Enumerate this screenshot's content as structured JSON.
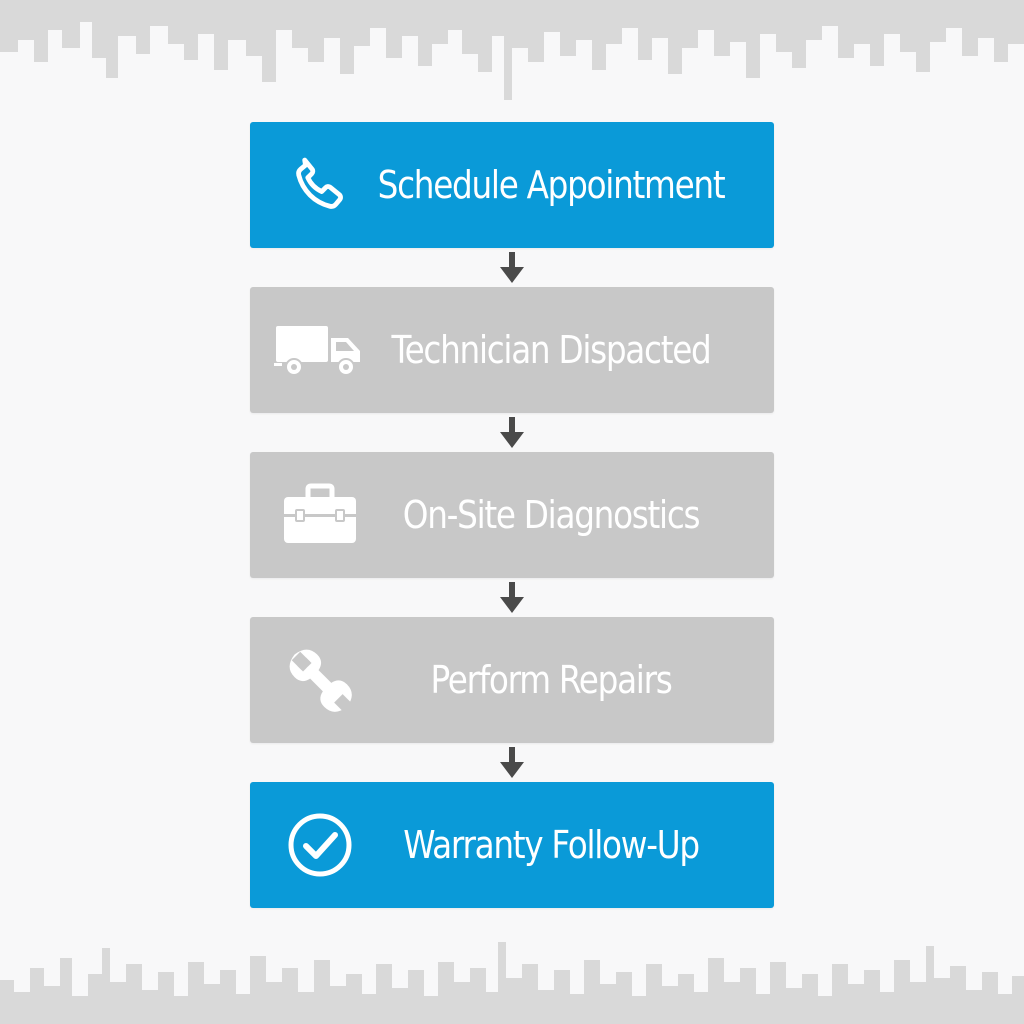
{
  "colors": {
    "active": "#0a9ad8",
    "inactive": "#c8c8c8",
    "arrow": "#4a4a4a",
    "skyline": "#d7d7d7"
  },
  "steps": [
    {
      "label": "Schedule Appointment",
      "icon": "phone-icon",
      "state": "active"
    },
    {
      "label": "Technician Dispacted",
      "icon": "truck-icon",
      "state": "inactive"
    },
    {
      "label": "On-Site Diagnostics",
      "icon": "toolbox-icon",
      "state": "inactive"
    },
    {
      "label": "Perform Repairs",
      "icon": "wrench-icon",
      "state": "inactive"
    },
    {
      "label": "Warranty Follow-Up",
      "icon": "checkmark-circle-icon",
      "state": "active"
    }
  ]
}
